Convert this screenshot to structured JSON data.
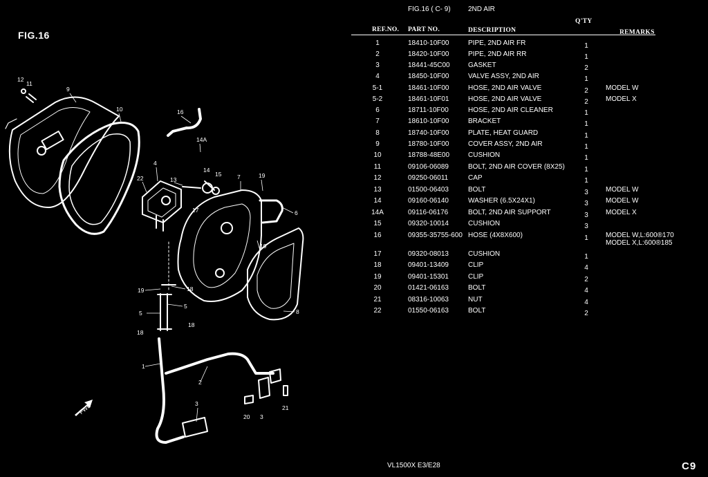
{
  "figure": {
    "label": "FIG.16",
    "ref": "FIG.16 ( C- 9)",
    "name": "2ND AIR"
  },
  "table": {
    "headers": {
      "ref_no": "REF.NO.",
      "part_no": "PART NO.",
      "description": "DESCRIPTION",
      "qty": "Q'TY",
      "remarks": "REMARKS"
    },
    "rows": [
      {
        "ref": "1",
        "part": "18410-10F00",
        "desc": "PIPE, 2ND AIR FR",
        "qty": "1",
        "remarks": ""
      },
      {
        "ref": "2",
        "part": "18420-10F00",
        "desc": "PIPE, 2ND AIR RR",
        "qty": "1",
        "remarks": ""
      },
      {
        "ref": "3",
        "part": "18441-45C00",
        "desc": "GASKET",
        "qty": "2",
        "remarks": ""
      },
      {
        "ref": "4",
        "part": "18450-10F00",
        "desc": "VALVE ASSY, 2ND AIR",
        "qty": "1",
        "remarks": ""
      },
      {
        "ref": "5-1",
        "part": "18461-10F00",
        "desc": "HOSE, 2ND AIR VALVE",
        "qty": "2",
        "remarks": "MODEL W"
      },
      {
        "ref": "5-2",
        "part": "18461-10F01",
        "desc": "HOSE, 2ND AIR VALVE",
        "qty": "2",
        "remarks": "MODEL X"
      },
      {
        "ref": "6",
        "part": "18711-10F00",
        "desc": "HOSE, 2ND AIR CLEANER",
        "qty": "1",
        "remarks": ""
      },
      {
        "ref": "7",
        "part": "18610-10F00",
        "desc": "BRACKET",
        "qty": "1",
        "remarks": ""
      },
      {
        "ref": "8",
        "part": "18740-10F00",
        "desc": "PLATE, HEAT GUARD",
        "qty": "1",
        "remarks": ""
      },
      {
        "ref": "9",
        "part": "18780-10F00",
        "desc": "COVER ASSY, 2ND AIR",
        "qty": "1",
        "remarks": ""
      },
      {
        "ref": "10",
        "part": "18788-48E00",
        "desc": "CUSHION",
        "qty": "1",
        "remarks": ""
      },
      {
        "ref": "11",
        "part": "09106-06089",
        "desc": "BOLT, 2ND AIR COVER (8X25)",
        "qty": "1",
        "remarks": ""
      },
      {
        "ref": "12",
        "part": "09250-06011",
        "desc": "CAP",
        "qty": "1",
        "remarks": ""
      },
      {
        "ref": "13",
        "part": "01500-06403",
        "desc": "BOLT",
        "qty": "3",
        "remarks": "MODEL W"
      },
      {
        "ref": "14",
        "part": "09160-06140",
        "desc": "WASHER (6.5X24X1)",
        "qty": "3",
        "remarks": "MODEL W"
      },
      {
        "ref": "14A",
        "part": "09116-06176",
        "desc": "BOLT, 2ND AIR SUPPORT",
        "qty": "3",
        "remarks": "MODEL X"
      },
      {
        "ref": "15",
        "part": "09320-10014",
        "desc": "CUSHION",
        "qty": "3",
        "remarks": ""
      },
      {
        "ref": "16",
        "part": "09355-35755-600",
        "desc": "HOSE (4X8X600)",
        "qty": "1",
        "remarks": "MODEL W,L:600®170\nMODEL X,L:600®185"
      },
      {
        "ref": "17",
        "part": "09320-08013",
        "desc": "CUSHION",
        "qty": "1",
        "remarks": ""
      },
      {
        "ref": "18",
        "part": "09401-13409",
        "desc": "CLIP",
        "qty": "4",
        "remarks": ""
      },
      {
        "ref": "19",
        "part": "09401-15301",
        "desc": "CLIP",
        "qty": "2",
        "remarks": ""
      },
      {
        "ref": "20",
        "part": "01421-06163",
        "desc": "BOLT",
        "qty": "4",
        "remarks": ""
      },
      {
        "ref": "21",
        "part": "08316-10063",
        "desc": "NUT",
        "qty": "4",
        "remarks": ""
      },
      {
        "ref": "22",
        "part": "01550-06163",
        "desc": "BOLT",
        "qty": "2",
        "remarks": ""
      }
    ]
  },
  "diagram_callouts": [
    "12",
    "11",
    "9",
    "10",
    "16",
    "14A",
    "4",
    "22",
    "13",
    "14",
    "15",
    "7",
    "19",
    "6",
    "17",
    "19",
    "19",
    "18",
    "5",
    "5",
    "18",
    "8",
    "18",
    "1",
    "2",
    "3",
    "20",
    "3",
    "21"
  ],
  "direction_arrow_text": "FWD",
  "footer": {
    "model": "VL1500X  E3/E28",
    "page": "C9"
  }
}
